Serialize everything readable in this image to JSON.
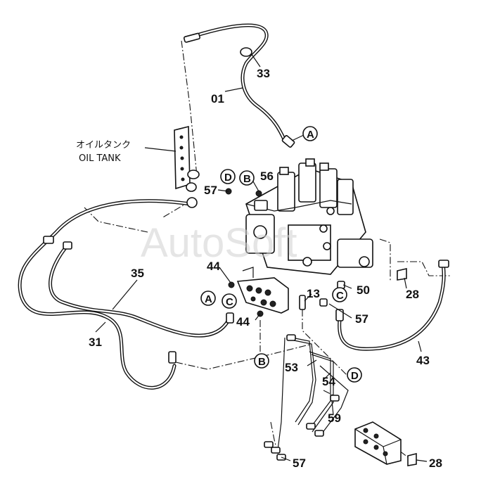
{
  "watermark": "AutoSoft",
  "oil_tank": {
    "label_jp": "オイルタンク",
    "label_en": "OIL TANK"
  },
  "circle_labels": {
    "A_top": "A",
    "A_left": "A",
    "B_top": "B",
    "B_bottom": "B",
    "C_left": "C",
    "C_right": "C",
    "D_top": "D",
    "D_bottom": "D"
  },
  "part_numbers": {
    "p33": "33",
    "p01": "01",
    "p56": "56",
    "p57_top": "57",
    "p44_top": "44",
    "p35": "35",
    "p31": "31",
    "p44_mid": "44",
    "p13": "13",
    "p50": "50",
    "p28_right": "28",
    "p57_mid": "57",
    "p43": "43",
    "p53": "53",
    "p54": "54",
    "p59": "59",
    "p57_bottom": "57",
    "p28_bottom": "28"
  }
}
